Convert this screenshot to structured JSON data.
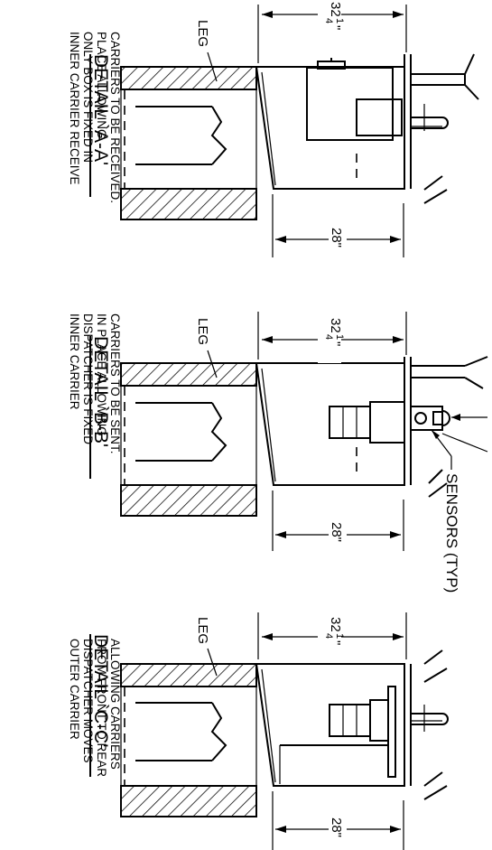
{
  "details": [
    {
      "title": "DETAIL `A-A'",
      "note": [
        "INNER CARRIER RECEIVE",
        "ONLY BOX IS FIXED IN",
        "PLACE ALLOWING",
        "CARRIERS TO BE RECEIVED."
      ],
      "leg_label": "LEG",
      "dim_top": {
        "whole": "32",
        "num": "1",
        "den": "4",
        "unit": "\""
      },
      "dim_bottom": "28\""
    },
    {
      "title": "DETAIL `B-B'",
      "note": [
        "INNER CARRIER",
        "DISPATCHER IS FIXED",
        "IN PLACE ALLOWING",
        "CARRIERS TO BE SENT."
      ],
      "leg_label": "LEG",
      "dim_top": {
        "whole": "32",
        "num": "1",
        "den": "4",
        "unit": "\""
      },
      "dim_bottom": "28\"",
      "callout": "SENSORS (TYP)"
    },
    {
      "title": "DETAIL `C-C'",
      "note": [
        "OUTER CARRIER",
        "DISPATCHER MOVES",
        "FROM FRONT TO REAR",
        "ALLOWING CARRIERS"
      ],
      "leg_label": "LEG",
      "dim_top": {
        "whole": "32",
        "num": "1",
        "den": "4",
        "unit": "\""
      },
      "dim_bottom": "28\""
    }
  ]
}
